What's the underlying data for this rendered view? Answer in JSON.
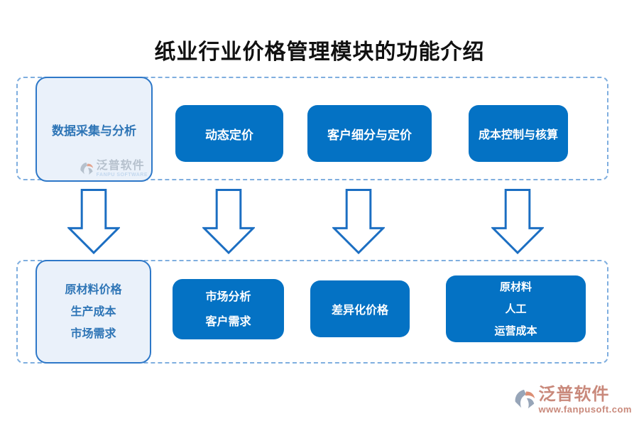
{
  "title": "纸业行业价格管理模块的功能介绍",
  "colors": {
    "primary_blue": "#0472C4",
    "lead_box_fill": "#EAF1FA",
    "lead_box_border": "#2E78C8",
    "lead_text_blue": "#2E75B6",
    "dashed_border_blue": "#7FAEDF",
    "arrow_outline_blue": "#1B6EC2",
    "logo_rose": "#C9897B",
    "title_black": "#111111"
  },
  "top_row": {
    "lead_box": {
      "label": "数据采集与分析"
    },
    "items": [
      {
        "label": "动态定价"
      },
      {
        "label": "客户细分与定价"
      },
      {
        "label": "成本控制与核算"
      }
    ]
  },
  "bottom_row": {
    "lead_box": {
      "lines": [
        "原材料价格",
        "生产成本",
        "市场需求"
      ]
    },
    "items": [
      {
        "lines": [
          "市场分析",
          "客户需求"
        ]
      },
      {
        "lines": [
          "差异化价格"
        ]
      },
      {
        "lines": [
          "原材料",
          "人工",
          "运营成本"
        ]
      }
    ]
  },
  "watermark": {
    "brand": "泛普软件",
    "brand_en": "FANPU SOFTWARE"
  },
  "footer_logo": {
    "brand": "泛普软件",
    "url": "www.fanpusoft.com"
  }
}
